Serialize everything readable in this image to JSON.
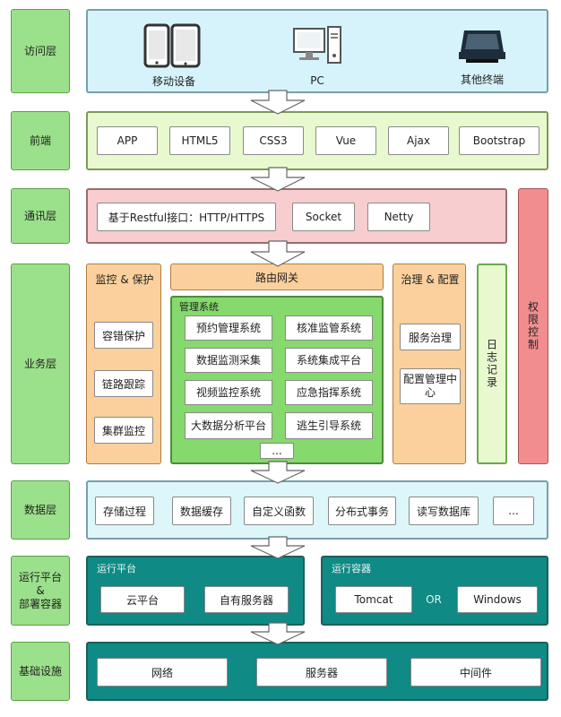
{
  "layers": {
    "access": "访问层",
    "frontend": "前端",
    "comm": "通讯层",
    "business": "业务层",
    "data": "数据层",
    "runtime": "运行平台\n&\n部署容器",
    "infra": "基础设施"
  },
  "access": {
    "mobile": "移动设备",
    "pc": "PC",
    "other": "其他终端"
  },
  "frontend": [
    "APP",
    "HTML5",
    "CSS3",
    "Vue",
    "Ajax",
    "Bootstrap"
  ],
  "comm": {
    "restful": "基于Restful接口：HTTP/HTTPS",
    "socket": "Socket",
    "netty": "Netty"
  },
  "auth": "权限控制",
  "business": {
    "monitor_title": "监控 & 保护",
    "monitor_items": [
      "容错保护",
      "链路跟踪",
      "集群监控"
    ],
    "gateway": "路由网关",
    "mgmt_title": "管理系统",
    "mgmt_items": [
      "预约管理系统",
      "核准监管系统",
      "数据监测采集",
      "系统集成平台",
      "视频监控系统",
      "应急指挥系统",
      "大数据分析平台",
      "逃生引导系统"
    ],
    "mgmt_more": "...",
    "gov_title": "治理 & 配置",
    "gov_items": [
      "服务治理",
      "配置管理中心"
    ],
    "log": "日志记录"
  },
  "data": [
    "存储过程",
    "数据缓存",
    "自定义函数",
    "分布式事务",
    "读写数据库",
    "..."
  ],
  "runtime": {
    "platform_title": "运行平台",
    "platform_items": [
      "云平台",
      "自有服务器"
    ],
    "container_title": "运行容器",
    "tomcat": "Tomcat",
    "or": "OR",
    "windows": "Windows"
  },
  "infra": [
    "网络",
    "服务器",
    "中间件"
  ],
  "colors": {
    "layer_green": "#9be08a",
    "teal": "#0f8a85",
    "orange": "#fbd09d",
    "pink": "#f28d8f"
  }
}
